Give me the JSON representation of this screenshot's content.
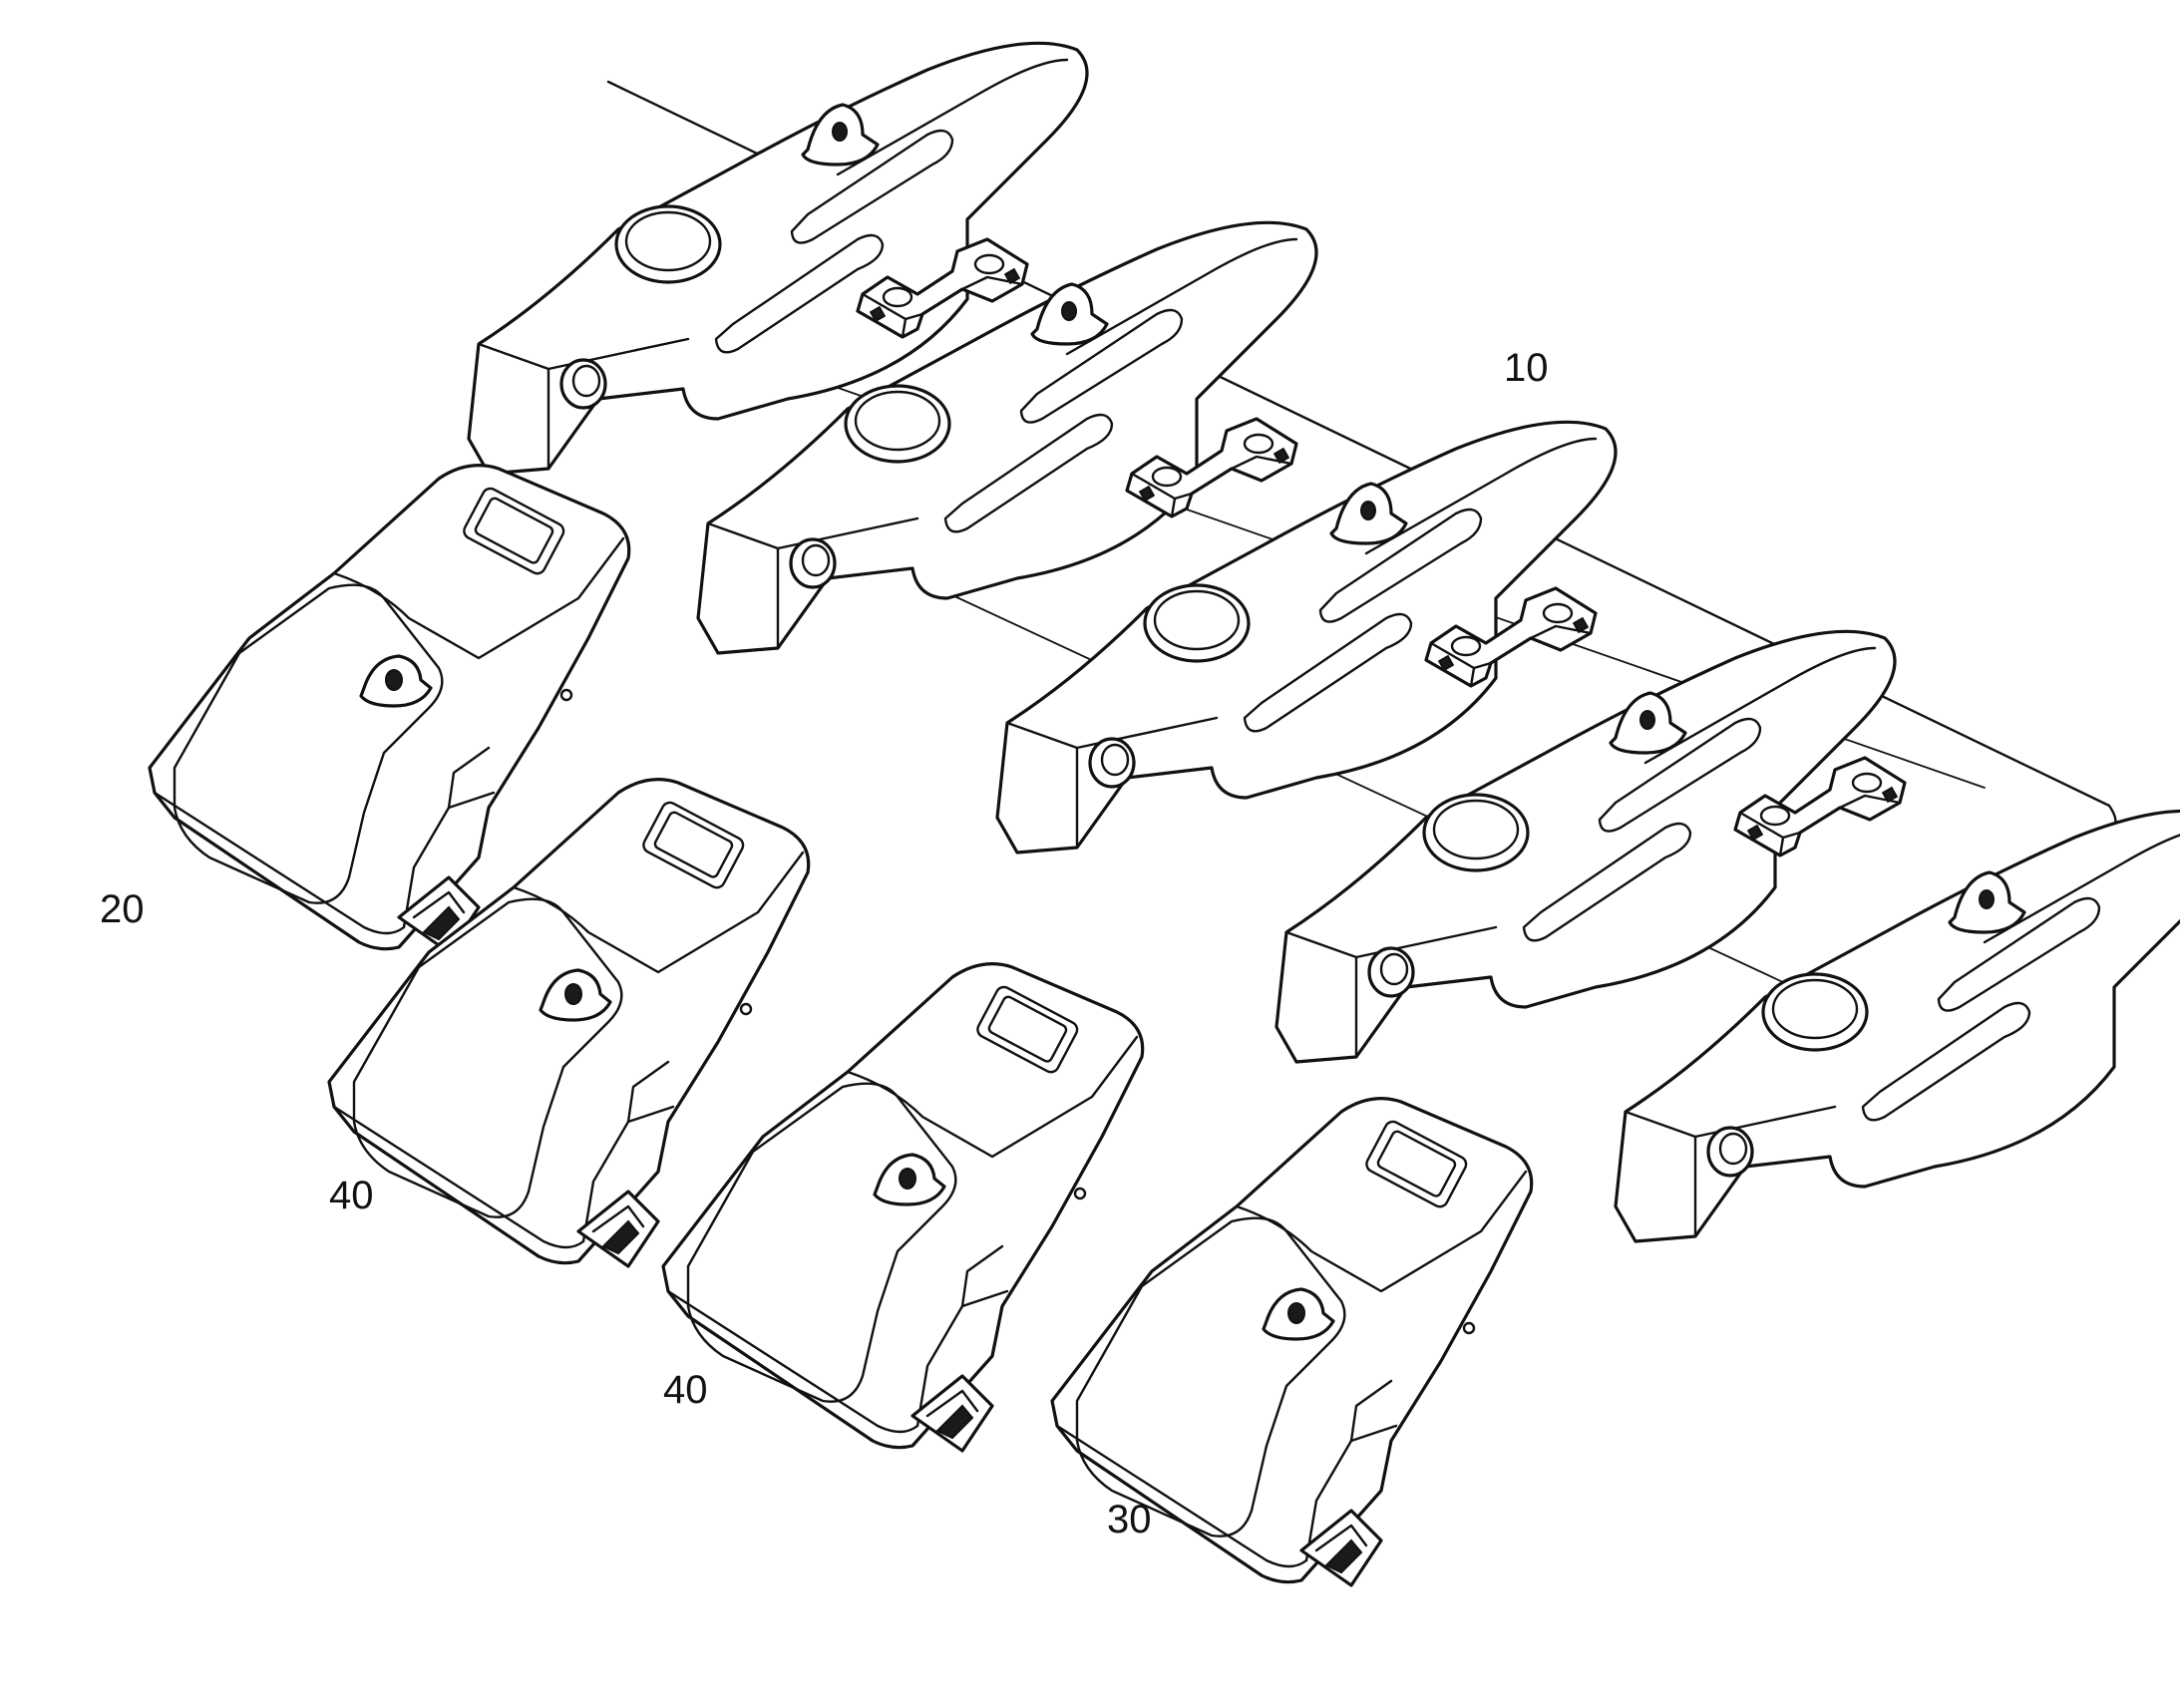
{
  "callouts": {
    "adapter_assembly": "10",
    "tooth_left": "20",
    "tooth_middle_a": "40",
    "tooth_middle_b": "40",
    "tooth_right": "30"
  },
  "icons": {
    "adapter": "tooth-adapter-icon",
    "clip": "retainer-clip-icon",
    "tooth": "bucket-tooth-icon"
  },
  "colors": {
    "line": "#111111",
    "background": "#ffffff"
  }
}
